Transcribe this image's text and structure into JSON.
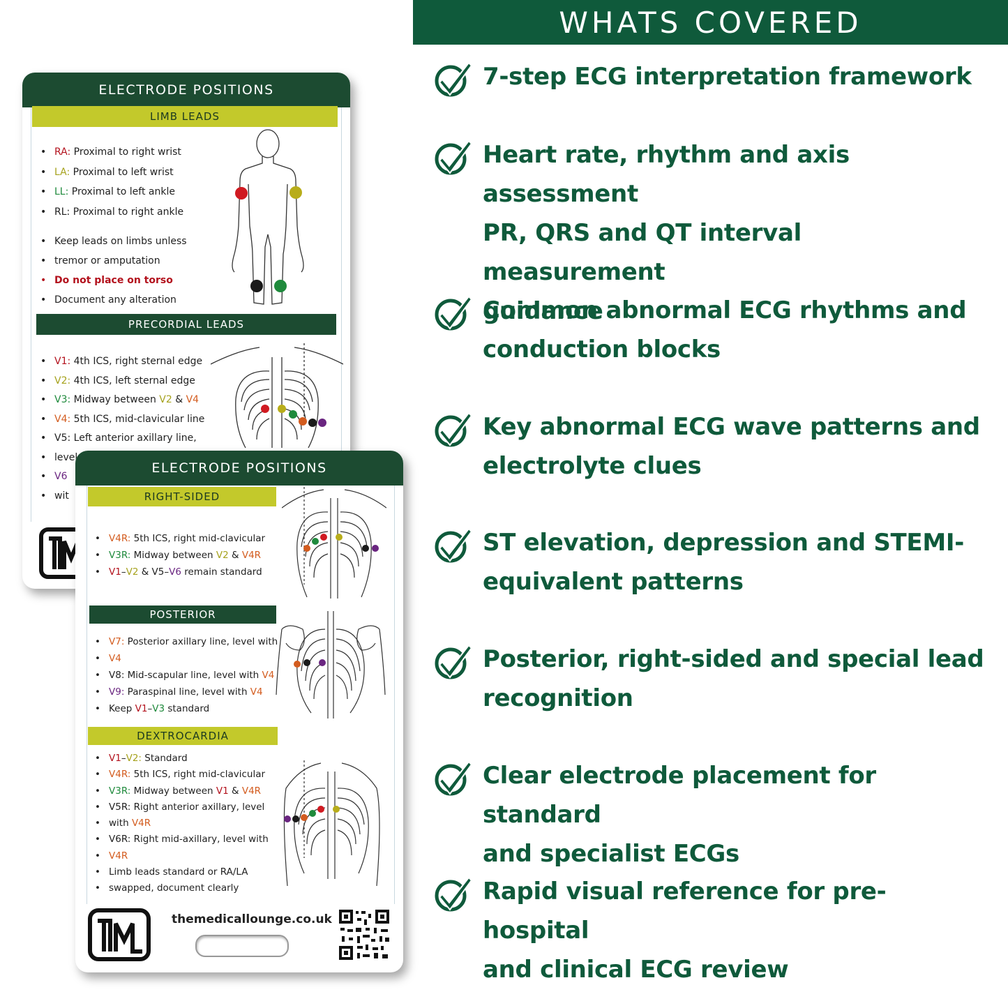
{
  "banner": {
    "title": "WHATS COVERED"
  },
  "features": [
    {
      "lines": [
        "7-step ECG interpretation framework"
      ]
    },
    {
      "lines": [
        "Heart rate, rhythm and axis assessment",
        "PR, QRS and QT interval measurement",
        "guidance"
      ]
    },
    {
      "lines": [
        "Common abnormal ECG rhythms and",
        "conduction blocks"
      ]
    },
    {
      "lines": [
        "Key abnormal ECG wave patterns and",
        "electrolyte clues"
      ]
    },
    {
      "lines": [
        "ST elevation, depression and STEMI-",
        "equivalent patterns"
      ]
    },
    {
      "lines": [
        "Posterior, right-sided and special lead",
        "recognition"
      ]
    },
    {
      "lines": [
        "Clear electrode placement for standard",
        "and specialist ECGs"
      ]
    },
    {
      "lines": [
        "Rapid visual reference for pre-hospital",
        "and clinical ECG review"
      ]
    }
  ],
  "card1": {
    "header": "ELECTRODE POSITIONS",
    "limb_title": "LIMB LEADS",
    "limb": {
      "ra_k": "RA:",
      "ra_v": " Proximal to right wrist",
      "la_k": "LA:",
      "la_v": " Proximal to left wrist",
      "ll_k": "LL:",
      "ll_v": " Proximal to left ankle",
      "rl_k": "RL:",
      "rl_v": " Proximal to right ankle",
      "note1a": "Keep leads on limbs unless",
      "note1b": "tremor or amputation",
      "note2": "Do not place on torso",
      "note3": "Document any alteration"
    },
    "precordial_title": "PRECORDIAL LEADS",
    "pre": {
      "v1_k": "V1:",
      "v1_v": " 4th ICS, right sternal edge",
      "v2_k": "V2:",
      "v2_v": " 4th ICS, left sternal edge",
      "v3_k": "V3:",
      "v3_a": " Midway between ",
      "v3_b": "V2",
      "v3_c": " & ",
      "v3_d": "V4",
      "v4_k": "V4:",
      "v4_v": " 5th ICS, mid-clavicular line",
      "v5": "V5: Left anterior axillary line,",
      "v5b": "level",
      "v6": "V6",
      "wit": "wit"
    }
  },
  "card2": {
    "header": "ELECTRODE POSITIONS",
    "right_title": "RIGHT-SIDED",
    "right": {
      "a_k": "V4R:",
      "a_v": " 5th ICS, right mid-clavicular",
      "b_k": "V3R:",
      "b_v": " Midway between ",
      "b_x": "V2",
      "b_and": " & ",
      "b_y": "V4R",
      "c_a": "V1",
      "c_dash": "–",
      "c_b": "V2",
      "c_mid": " & V5–",
      "c_c": "V6",
      "c_end": " remain standard"
    },
    "posterior_title": "POSTERIOR",
    "posterior": {
      "a_k": "V7:",
      "a_v": " Posterior axillary line, level with",
      "a_v2": "V4",
      "b_v": "V8: Mid-scapular line, level with ",
      "b_x": "V4",
      "c_k": "V9:",
      "c_v": " Paraspinal line, level with ",
      "c_x": "V4",
      "d_v": "Keep ",
      "d_a": "V1",
      "d_dash": "–",
      "d_b": "V3",
      "d_end": " standard"
    },
    "dextro_title": "DEXTROCARDIA",
    "dextro": {
      "a_a": "V1",
      "a_dash": "–",
      "a_b": "V2:",
      "a_v": " Standard",
      "b_k": "V4R:",
      "b_v": " 5th ICS, right mid-clavicular",
      "c_k": "V3R:",
      "c_v": " Midway between ",
      "c_x": "V1",
      "c_and": " & ",
      "c_y": "V4R",
      "d_v": "V5R: Right anterior axillary, level",
      "d_v2": "with ",
      "d_x": "V4R",
      "e_v": "V6R: Right mid-axillary, level with",
      "e_x": "V4R",
      "f_v": "Limb leads standard or RA/LA",
      "f_v2": "swapped, document clearly"
    },
    "url": "themedicallounge.co.uk"
  },
  "colors": {
    "brand_green": "#0f5a3b",
    "card_green": "#1c4b31",
    "lime": "#c3c92b"
  },
  "icons": [
    "check-circle-icon",
    "qr-code-icon",
    "tml-logo-icon"
  ]
}
